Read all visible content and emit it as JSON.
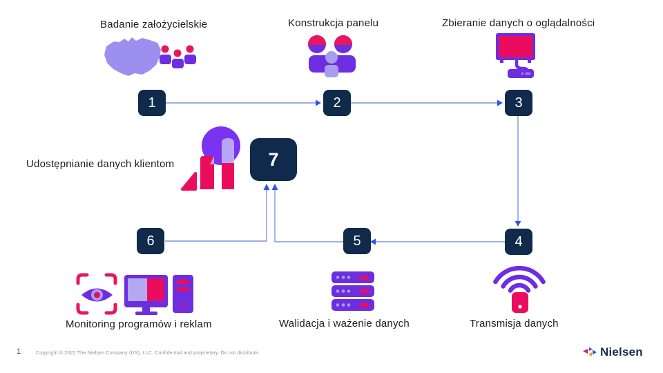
{
  "title": "Nielsen TV measurement process diagram",
  "steps": [
    {
      "number": "1",
      "label": "Badanie założycielskie",
      "icon": "poland-map-people-icon"
    },
    {
      "number": "2",
      "label": "Konstrukcja panelu",
      "icon": "panel-people-icon"
    },
    {
      "number": "3",
      "label": "Zbieranie danych o oglądalności",
      "icon": "tv-meter-icon"
    },
    {
      "number": "4",
      "label": "Transmisja danych",
      "icon": "wifi-transmitter-icon"
    },
    {
      "number": "5",
      "label": "Walidacja i ważenie danych",
      "icon": "server-stack-icon"
    },
    {
      "number": "6",
      "label": "Monitoring programów i reklam",
      "icon": "eye-scan-computer-icon"
    },
    {
      "number": "7",
      "label": "Udostępnianie danych klientom",
      "icon": "pie-bar-chart-icon"
    }
  ],
  "flow": [
    "1→2",
    "2→3",
    "3→4",
    "4→5",
    "5→7",
    "6→7"
  ],
  "footer": {
    "page_number": "1",
    "copyright": "Copyright © 2022 The Nielsen Company (US), LLC. Confidential and proprietary. Do not distribute.",
    "brand": "Nielsen"
  },
  "colors": {
    "purple": "#6c2ee0",
    "light_purple": "#9d8ff0",
    "crimson": "#eb0d5d",
    "box_navy": "#0f2a4a",
    "arrow_line": "#7d95d8",
    "arrow_head": "#2f55e0",
    "brand_navy": "#1b2e4a"
  }
}
